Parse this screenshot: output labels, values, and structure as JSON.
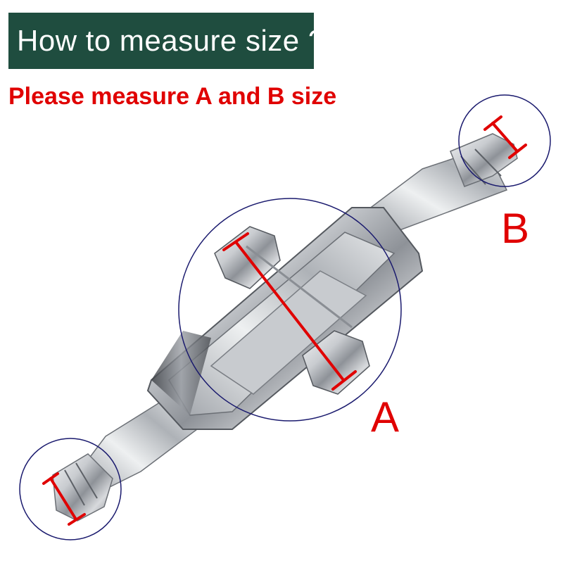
{
  "header": {
    "title": "How to measure size ?",
    "subtitle": "Please measure A and B size"
  },
  "labels": {
    "a": "A",
    "b": "B"
  },
  "colors": {
    "banner": "#1f4d3f",
    "accent_red": "#e00000",
    "circle_stroke": "#1a1a6e",
    "steel": "#b8bcc2"
  }
}
